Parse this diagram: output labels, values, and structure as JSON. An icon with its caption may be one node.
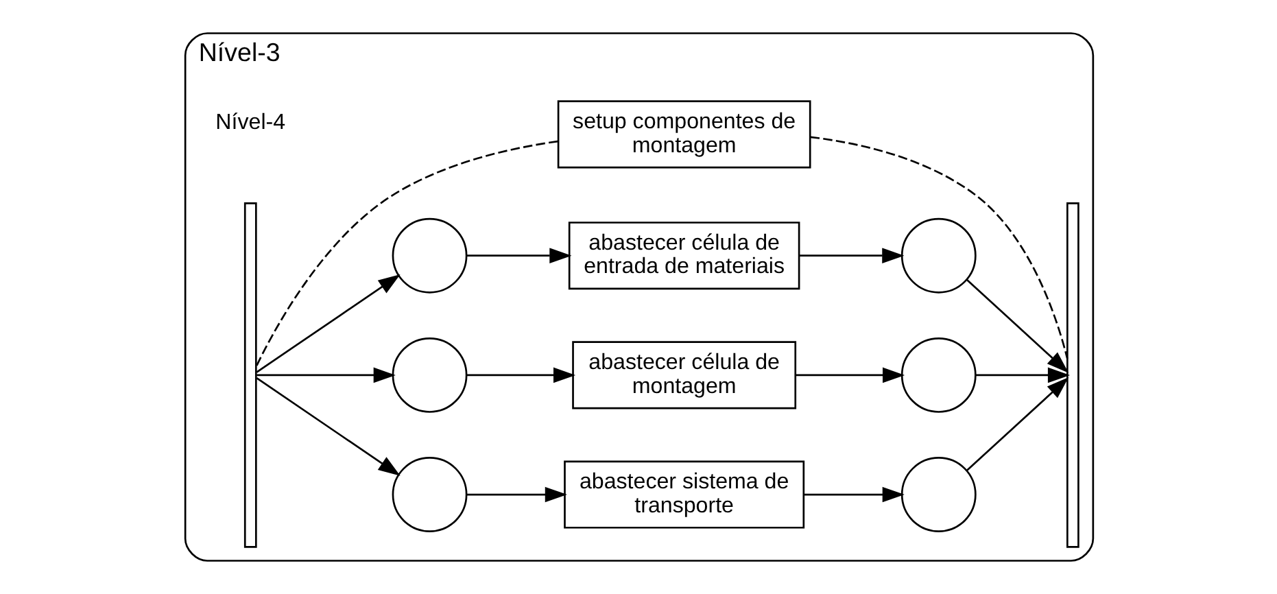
{
  "diagram": {
    "nodes": [
      {
        "text": [
          "Nível-3"
        ]
      },
      {
        "text": [
          "setup componentes de montagem"
        ],
        "in": 0
      },
      {
        "text": [],
        "shape": "bar",
        "in": 0,
        "beside": [
          "Nível-4"
        ]
      },
      {
        "text": [],
        "shape": "circle",
        "in": 0
      },
      {
        "text": [],
        "shape": "circle",
        "in": 0
      },
      {
        "text": [],
        "shape": "circle",
        "in": 0
      },
      {
        "text": [
          "abastecer célula de entrada de materiais"
        ],
        "in": 0
      },
      {
        "text": [
          "abastecer célula de montagem"
        ],
        "in": 0
      },
      {
        "text": [
          "abastecer sistema de transporte"
        ],
        "in": 0
      },
      {
        "text": [],
        "shape": "circle",
        "in": 0
      },
      {
        "text": [],
        "shape": "circle",
        "in": 0
      },
      {
        "text": [],
        "shape": "circle",
        "in": 0
      },
      {
        "text": [],
        "shape": "bar",
        "in": 0
      }
    ],
    "edges": [
      {
        "from": 1,
        "to": 2,
        "arrow": "none",
        "style": "dashed"
      },
      {
        "from": 1,
        "to": 12,
        "arrow": "none",
        "style": "dashed"
      },
      {
        "from": 2,
        "to": 3,
        "arrow": "to"
      },
      {
        "from": 2,
        "to": 4,
        "arrow": "to"
      },
      {
        "from": 2,
        "to": 5,
        "arrow": "to"
      },
      {
        "from": 3,
        "to": 6,
        "arrow": "to"
      },
      {
        "from": 4,
        "to": 7,
        "arrow": "to"
      },
      {
        "from": 5,
        "to": 8,
        "arrow": "to"
      },
      {
        "from": 6,
        "to": 9,
        "arrow": "to"
      },
      {
        "from": 7,
        "to": 10,
        "arrow": "to"
      },
      {
        "from": 8,
        "to": 11,
        "arrow": "to"
      },
      {
        "from": 9,
        "to": 12,
        "arrow": "to"
      },
      {
        "from": 10,
        "to": 12,
        "arrow": "to"
      },
      {
        "from": 11,
        "to": 12,
        "arrow": "to"
      }
    ]
  }
}
